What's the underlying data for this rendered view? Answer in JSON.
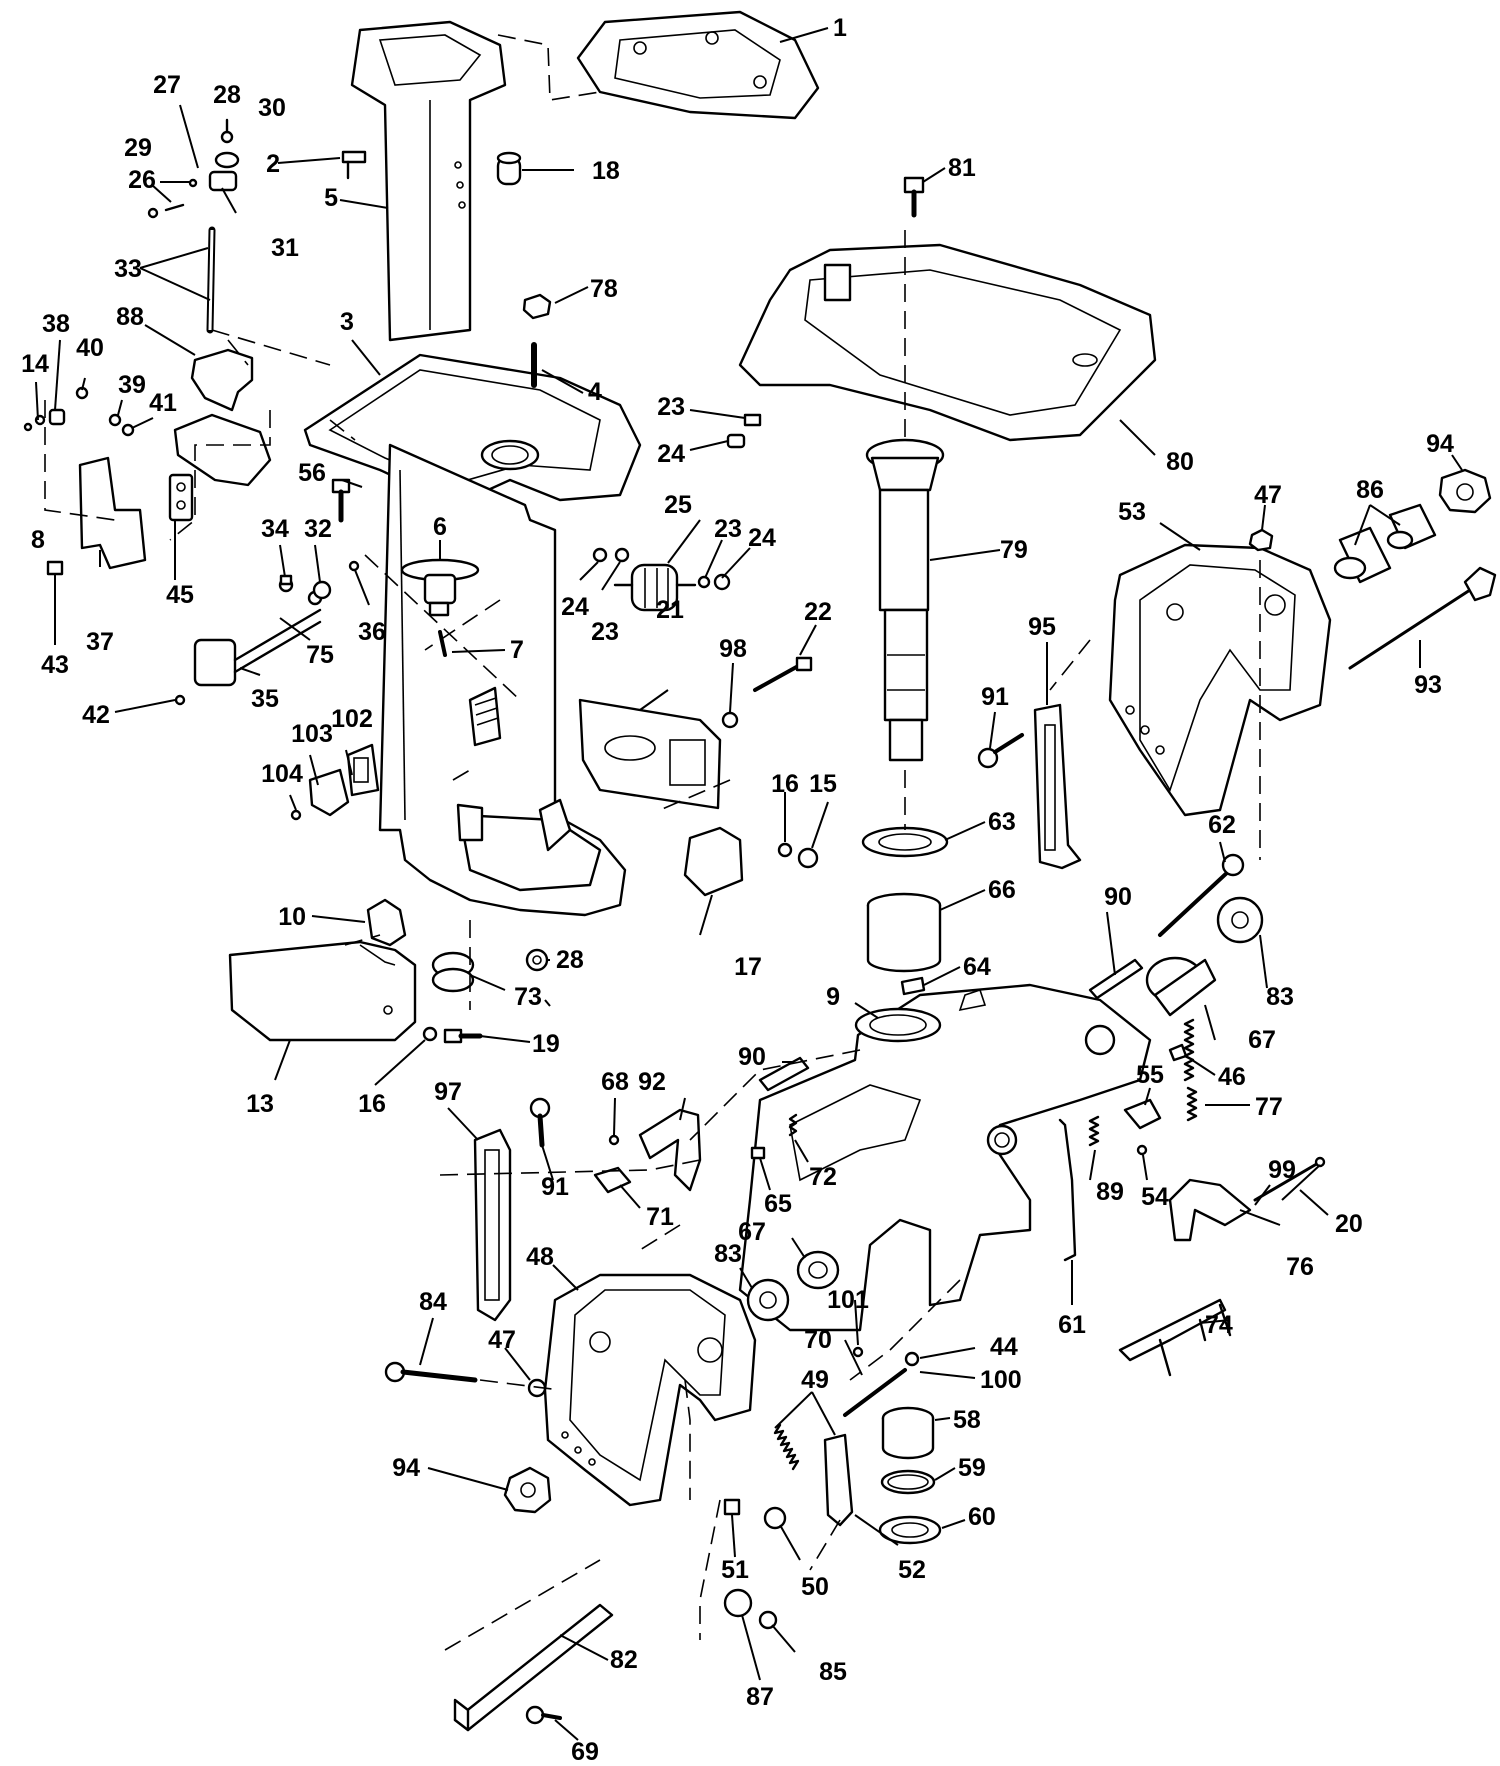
{
  "callouts": {
    "c1": "1",
    "c2": "2",
    "c3": "3",
    "c4": "4",
    "c5": "5",
    "c6": "6",
    "c7": "7",
    "c8": "8",
    "c9": "9",
    "c10": "10",
    "c13": "13",
    "c14": "14",
    "c15": "15",
    "c16": "16",
    "c16b": "16",
    "c17": "17",
    "c18": "18",
    "c19": "19",
    "c20": "20",
    "c21": "21",
    "c22": "22",
    "c23": "23",
    "c23b": "23",
    "c23c": "23",
    "c24": "24",
    "c24b": "24",
    "c24c": "24",
    "c25": "25",
    "c26": "26",
    "c27": "27",
    "c28": "28",
    "c28b": "28",
    "c29": "29",
    "c30": "30",
    "c31": "31",
    "c32": "32",
    "c33": "33",
    "c34": "34",
    "c35": "35",
    "c36": "36",
    "c37": "37",
    "c38": "38",
    "c39": "39",
    "c40": "40",
    "c41": "41",
    "c42": "42",
    "c43": "43",
    "c44": "44",
    "c45": "45",
    "c46": "46",
    "c47": "47",
    "c47b": "47",
    "c48": "48",
    "c49": "49",
    "c50": "50",
    "c51": "51",
    "c52": "52",
    "c53": "53",
    "c54": "54",
    "c55": "55",
    "c56": "56",
    "c58": "58",
    "c59": "59",
    "c60": "60",
    "c61": "61",
    "c62": "62",
    "c63": "63",
    "c64": "64",
    "c65": "65",
    "c66": "66",
    "c67": "67",
    "c67b": "67",
    "c68": "68",
    "c69": "69",
    "c70": "70",
    "c71": "71",
    "c72": "72",
    "c73": "73",
    "c74": "74",
    "c75": "75",
    "c76": "76",
    "c77": "77",
    "c78": "78",
    "c79": "79",
    "c80": "80",
    "c81": "81",
    "c82": "82",
    "c83": "83",
    "c83b": "83",
    "c84": "84",
    "c85": "85",
    "c86": "86",
    "c87": "87",
    "c88": "88",
    "c89": "89",
    "c90": "90",
    "c90b": "90",
    "c91": "91",
    "c91b": "91",
    "c92": "92",
    "c93": "93",
    "c94": "94",
    "c94b": "94",
    "c95": "95",
    "c97": "97",
    "c98": "98",
    "c99": "99",
    "c100": "100",
    "c101": "101",
    "c102": "102",
    "c103": "103",
    "c104": "104"
  }
}
